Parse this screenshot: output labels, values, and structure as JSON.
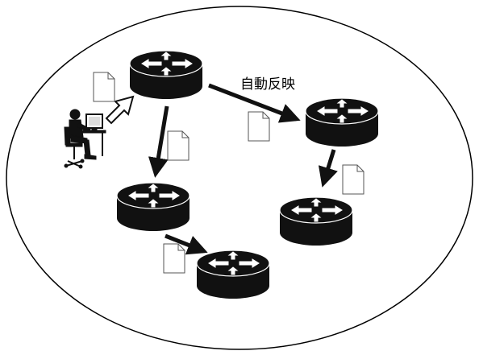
{
  "diagram": {
    "annotation_label": "自動反映",
    "colors": {
      "background": "#ffffff",
      "router_body": "#111111",
      "router_arrows": "#ffffff",
      "flow_arrow": "#111111",
      "document_fill": "#ffffff",
      "document_stroke": "#555555",
      "network_boundary": "#000000"
    },
    "nodes": [
      {
        "id": "router-top",
        "icon": "router-icon"
      },
      {
        "id": "router-right",
        "icon": "router-icon"
      },
      {
        "id": "router-left",
        "icon": "router-icon"
      },
      {
        "id": "router-right-bottom",
        "icon": "router-icon"
      },
      {
        "id": "router-bottom",
        "icon": "router-icon"
      }
    ],
    "operator": {
      "icon": "admin-at-computer-icon"
    },
    "documents": [
      {
        "id": "doc-operator",
        "icon": "config-document-icon"
      },
      {
        "id": "doc-top-left",
        "icon": "config-document-icon"
      },
      {
        "id": "doc-top-right",
        "icon": "config-document-icon"
      },
      {
        "id": "doc-right",
        "icon": "config-document-icon"
      },
      {
        "id": "doc-bottom",
        "icon": "config-document-icon"
      }
    ],
    "flows": [
      {
        "from": "operator",
        "to": "router-top",
        "style": "hollow"
      },
      {
        "from": "router-top",
        "to": "router-right",
        "style": "solid"
      },
      {
        "from": "router-top",
        "to": "router-left",
        "style": "solid"
      },
      {
        "from": "router-right",
        "to": "router-right-bottom",
        "style": "solid"
      },
      {
        "from": "router-left",
        "to": "router-bottom",
        "style": "solid"
      }
    ]
  }
}
